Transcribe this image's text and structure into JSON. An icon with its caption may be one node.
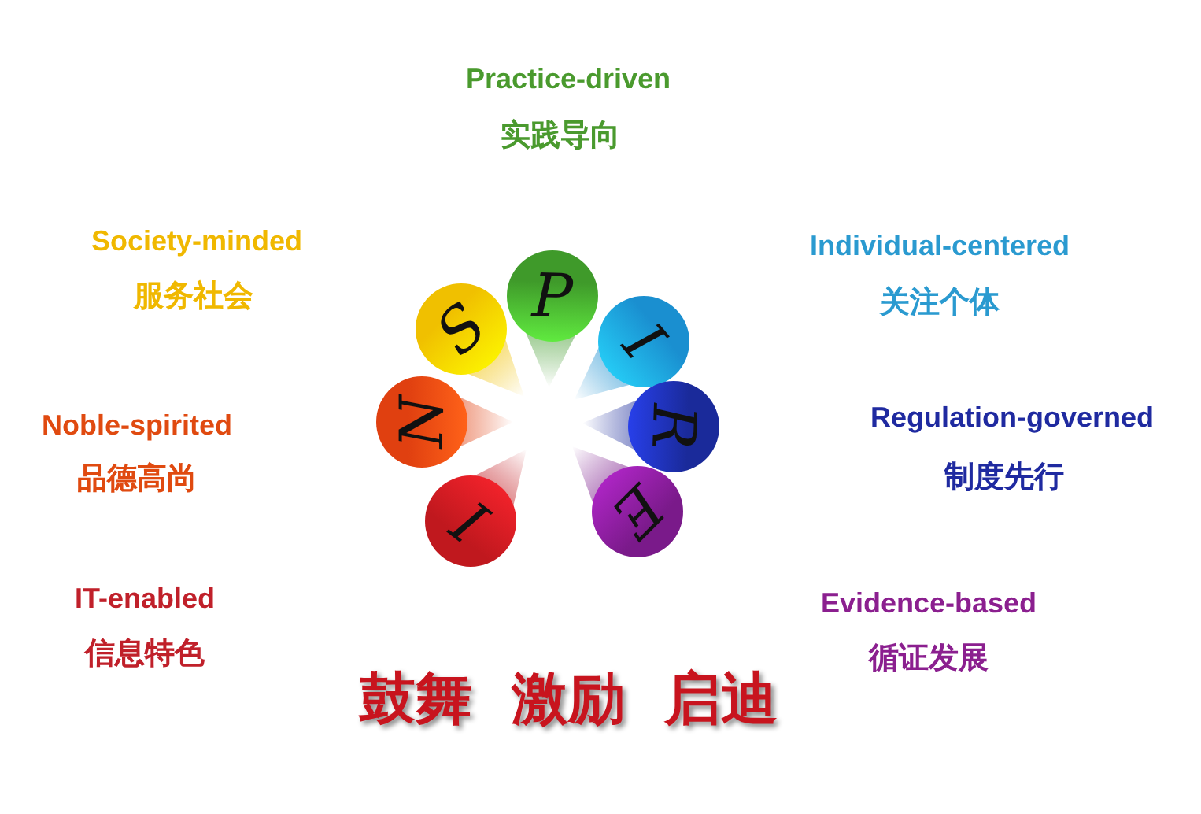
{
  "diagram": {
    "nodes": [
      {
        "text": [
          "P"
        ],
        "beside": [
          "Practice-driven",
          "实践导向"
        ]
      },
      {
        "text": [
          "I"
        ],
        "beside": [
          "Individual-centered",
          "关注个体"
        ]
      },
      {
        "text": [
          "R"
        ],
        "beside": [
          "Regulation-governed",
          "制度先行"
        ]
      },
      {
        "text": [
          "E"
        ],
        "beside": [
          "Evidence-based",
          "循证发展"
        ]
      },
      {
        "text": [
          "I"
        ],
        "beside": [
          "IT-enabled",
          "信息特色"
        ]
      },
      {
        "text": [
          "N"
        ],
        "beside": [
          "Noble-spirited",
          "品德高尚"
        ]
      },
      {
        "text": [
          "S"
        ],
        "beside": [
          "Society-minded",
          "服务社会"
        ]
      }
    ],
    "edges": [],
    "labels": [
      "鼓舞",
      "激励",
      "启迪"
    ]
  }
}
